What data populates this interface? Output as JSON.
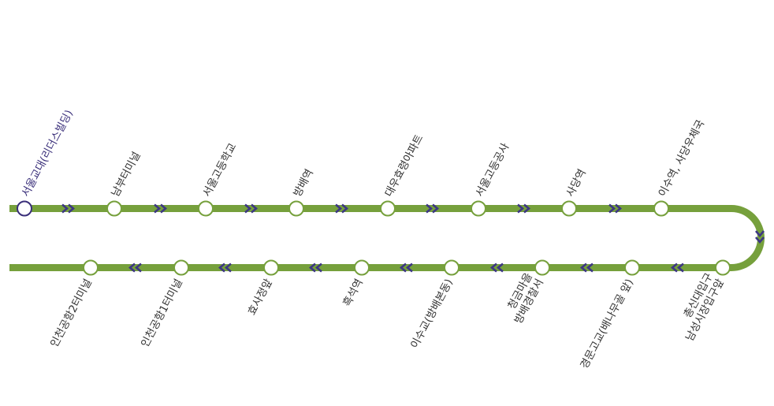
{
  "route": {
    "colors": {
      "line": "#76a03c",
      "stop_fill": "#ffffff",
      "stop_stroke": "#76a03c",
      "first_stop_stroke": "#3a2f7a",
      "arrow": "#3d3783",
      "label": "#333333",
      "first_label": "#3a2f7a"
    },
    "outbound_stops": [
      {
        "name": "서울교대(리더스빌딩)"
      },
      {
        "name": "남부터미널"
      },
      {
        "name": "서울고등학교"
      },
      {
        "name": "방배역"
      },
      {
        "name": "대우효령아파트"
      },
      {
        "name": "서울고등공사"
      },
      {
        "name": "사당역"
      },
      {
        "name": "이수역, 사당우체국"
      }
    ],
    "inbound_stops": [
      {
        "lines": [
          "인천공항2터미널"
        ]
      },
      {
        "lines": [
          "인천공항1터미널"
        ]
      },
      {
        "lines": [
          "효사정앞"
        ]
      },
      {
        "lines": [
          "흑석역"
        ]
      },
      {
        "lines": [
          "이수교(방배본동)"
        ]
      },
      {
        "lines": [
          "청금마을",
          "방배경찰서"
        ]
      },
      {
        "lines": [
          "경문고교(배나무골 앞)"
        ]
      },
      {
        "lines": [
          "총신대입구",
          "남성시장입구앞"
        ]
      }
    ]
  }
}
